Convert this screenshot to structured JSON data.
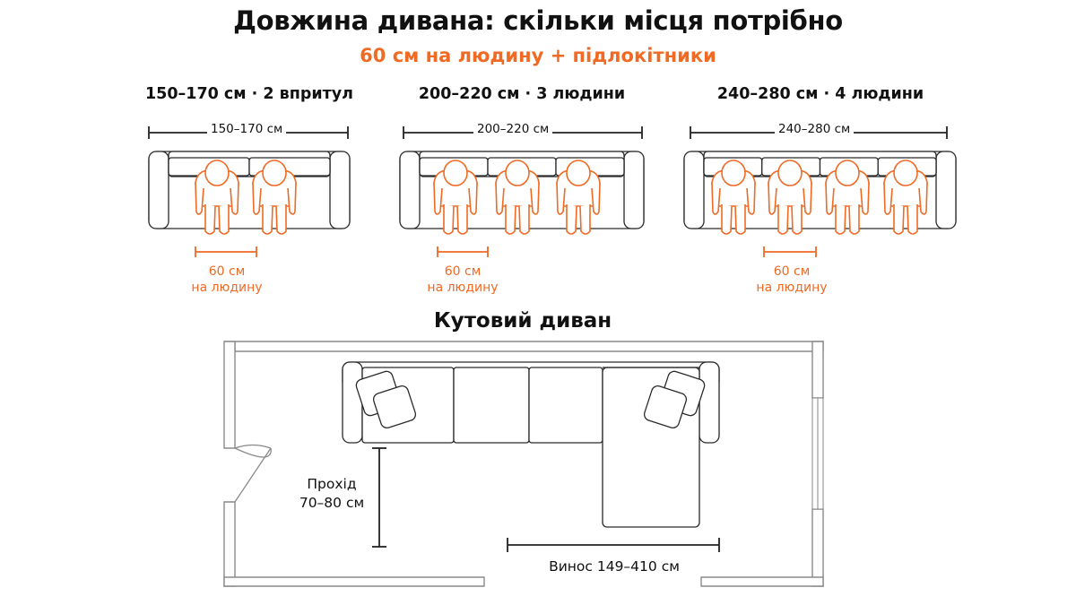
{
  "title": "Довжина дивана: скільки місця потрібно",
  "subtitle": "60 см на людину + підлокітники",
  "accent_color": "#f06a24",
  "line_color": "#222222",
  "sofas": [
    {
      "heading": "150–170 см · 2 впритул",
      "dimension": "150–170 см",
      "people": 2,
      "per_person_value": "60 см",
      "per_person_caption": "на людину"
    },
    {
      "heading": "200–220 см · 3 людини",
      "dimension": "200–220 см",
      "people": 3,
      "per_person_value": "60 см",
      "per_person_caption": "на людину"
    },
    {
      "heading": "240–280 см · 4 людини",
      "dimension": "240–280 см",
      "people": 4,
      "per_person_value": "60 см",
      "per_person_caption": "на людину"
    }
  ],
  "corner": {
    "title": "Кутовий диван",
    "passage_label": "Прохід",
    "passage_value": "70–80 см",
    "protrusion_label": "Винос 149–410 см"
  }
}
